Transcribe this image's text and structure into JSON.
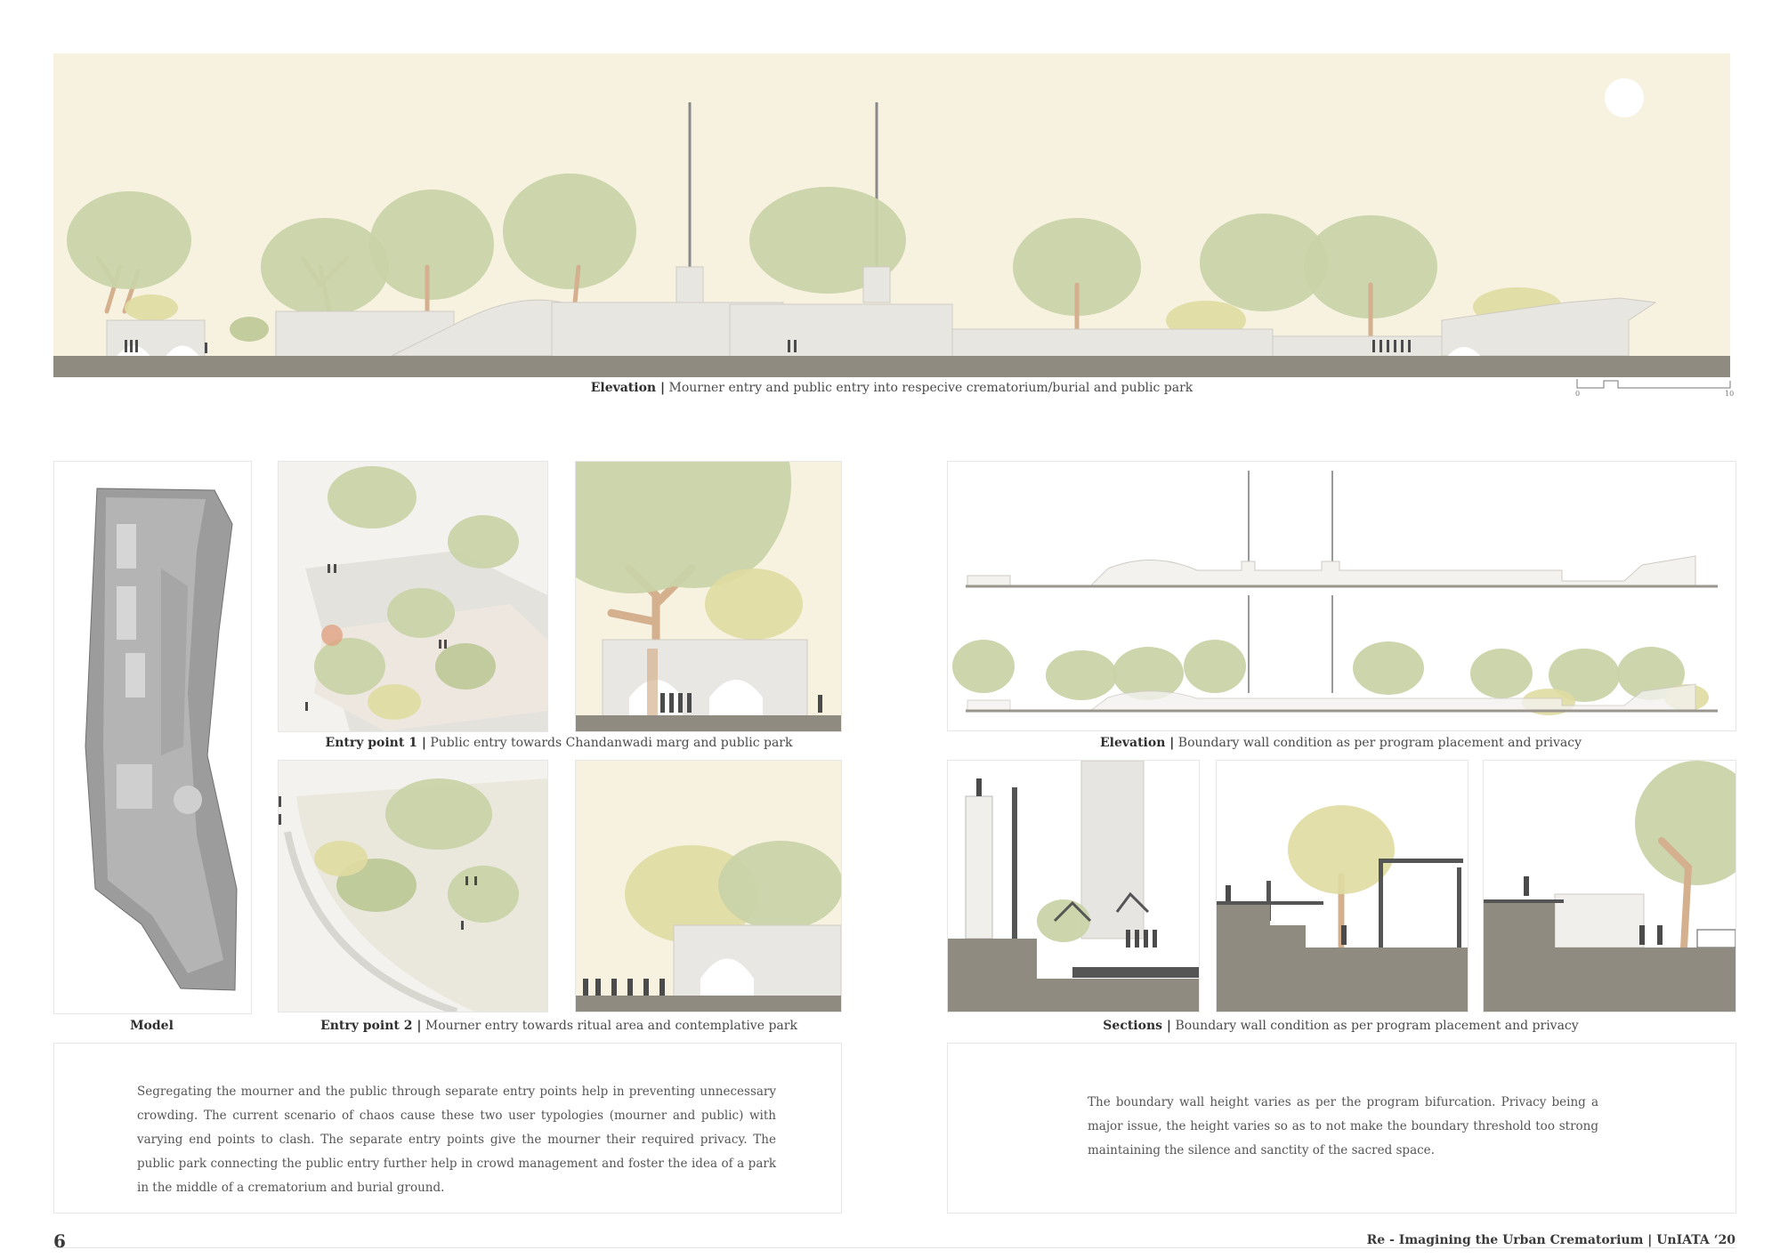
{
  "elevation_main": {
    "title": "Elevation |",
    "text": "Mourner entry and public entry into respecive crematorium/burial and public park",
    "scale_start": "0",
    "scale_end": "10"
  },
  "model": {
    "title": "Model"
  },
  "entry1": {
    "title": "Entry point 1 |",
    "text": "Public entry towards Chandanwadi marg and public park"
  },
  "entry2": {
    "title": "Entry point 2 |",
    "text": "Mourner entry towards ritual area and contemplative park"
  },
  "elevation_boundary": {
    "title": "Elevation |",
    "text": "Boundary wall condition as per program placement and privacy"
  },
  "sections": {
    "title": "Sections |",
    "text": "Boundary wall condition as per program placement and privacy"
  },
  "paragraph_left": "Segregating the mourner and the public through separate entry points   help in preventing unnecessary crowding. The current scenario of chaos cause these two user typologies (mourner and public) with varying   end points to clash. The   separate entry points give the mourner their required privacy. The public park connecting the public entry further help in crowd management and foster the idea of a  park in the middle of a crematorium and burial ground.",
  "paragraph_right": "The boundary wall height varies as per the program bifurcation. Privacy being a major issue, the  height varies so as to not make the boundary threshold too strong maintaining the silence and sanctity of the sacred space.",
  "footer": {
    "page_number": "6",
    "title": "Re - Imagining the Urban Crematorium | UnIATA ‘20"
  },
  "colors": {
    "sky": "#f6f2df",
    "ground": "#8f8b81",
    "foliage": "#c9d3a8",
    "trunk": "#d4b08f"
  }
}
